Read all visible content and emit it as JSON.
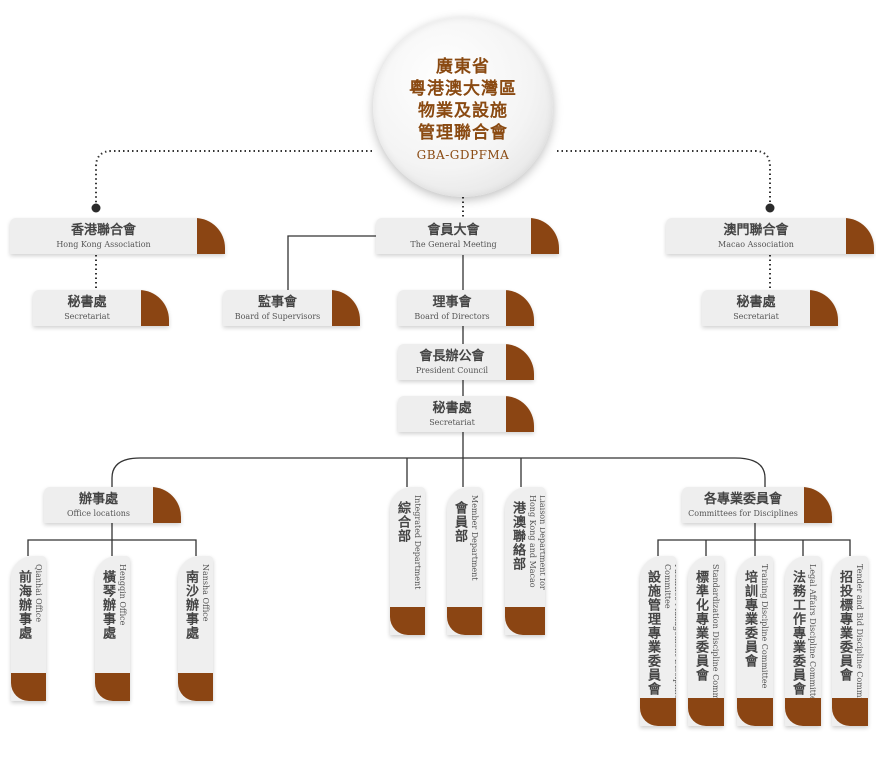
{
  "root": {
    "lines": [
      "廣東省",
      "粵港澳大灣區",
      "物業及設施",
      "管理聯合會"
    ],
    "abbr": "GBA-GDPFMA"
  },
  "hk": {
    "association": {
      "zh": "香港聯合會",
      "en": "Hong Kong Association"
    },
    "secretariat": {
      "zh": "秘書處",
      "en": "Secretariat"
    }
  },
  "macao": {
    "association": {
      "zh": "澳門聯合會",
      "en": "Macao Association"
    },
    "secretariat": {
      "zh": "秘書處",
      "en": "Secretariat"
    }
  },
  "general_meeting": {
    "zh": "會員大會",
    "en": "The General Meeting"
  },
  "supervisors": {
    "zh": "監事會",
    "en": "Board of Supervisors"
  },
  "directors": {
    "zh": "理事會",
    "en": "Board of Directors"
  },
  "president_council": {
    "zh": "會長辦公會",
    "en": "President Council"
  },
  "secretariat": {
    "zh": "秘書處",
    "en": "Secretariat"
  },
  "offices": {
    "header": {
      "zh": "辦事處",
      "en": "Office locations"
    },
    "items": [
      {
        "zh": "前海辦事處",
        "en": "Qianhai Office"
      },
      {
        "zh": "橫琴辦事處",
        "en": "Hengqin Office"
      },
      {
        "zh": "南沙辦事處",
        "en": "Nansha Office"
      }
    ]
  },
  "departments": [
    {
      "zh": "綜合部",
      "en": "Integrated Department"
    },
    {
      "zh": "會員部",
      "en": "Member Department"
    },
    {
      "zh": "港澳聯絡部",
      "en": "Liaison Department for\nHong Kong and Macao"
    }
  ],
  "committees": {
    "header": {
      "zh": "各專業委員會",
      "en": "Committees for Disciplines"
    },
    "items": [
      {
        "zh": "設施管理專業委員會",
        "en": "Facilities Management Discipline Committee"
      },
      {
        "zh": "標準化專業委員會",
        "en": "Standardization Discipline Committee"
      },
      {
        "zh": "培訓專業委員會",
        "en": "Training Discipline Committee"
      },
      {
        "zh": "法務工作專業委員會",
        "en": "Legal Affairs Discipline Committee"
      },
      {
        "zh": "招投標專業委員會",
        "en": "Tender and Bid Discipline Committee"
      }
    ]
  },
  "colors": {
    "accent": "#8b4513",
    "node_bg": "#eeeeee",
    "line": "#333333"
  }
}
